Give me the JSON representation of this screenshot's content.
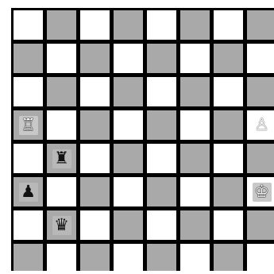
{
  "board": {
    "rows": 8,
    "cols": 8,
    "light_color": "#ffffff",
    "dark_color": "#a9a9a9",
    "grid_color": "#000000",
    "top_left": "light"
  },
  "pieces": [
    {
      "id": "white-rook",
      "row": 3,
      "col": 0,
      "glyph": "♖",
      "side": "white",
      "icon": "white-rook-icon"
    },
    {
      "id": "faded-white-pawn",
      "row": 3,
      "col": 7,
      "glyph": "♙",
      "side": "ghost",
      "icon": "white-pawn-icon"
    },
    {
      "id": "black-rook",
      "row": 4,
      "col": 1,
      "glyph": "♜",
      "side": "black",
      "icon": "black-rook-icon"
    },
    {
      "id": "black-pawn",
      "row": 5,
      "col": 0,
      "glyph": "♟",
      "side": "black",
      "icon": "black-pawn-icon"
    },
    {
      "id": "white-king",
      "row": 5,
      "col": 7,
      "glyph": "♔",
      "side": "white",
      "icon": "white-king-icon"
    },
    {
      "id": "black-queen",
      "row": 6,
      "col": 1,
      "glyph": "♛",
      "side": "black",
      "icon": "black-queen-icon"
    }
  ]
}
